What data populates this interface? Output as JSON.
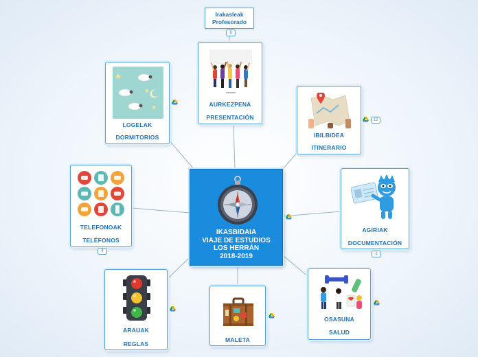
{
  "center": {
    "line1": "IKASBIDAIA",
    "line2": "VIAJE DE ESTUDIOS",
    "line3": "LOS HERRÁN",
    "line4": "2018-2019"
  },
  "top_node": {
    "line1": "Irakasleak",
    "line2": "Profesorado",
    "badge": "6"
  },
  "nodes": {
    "aurkezpena": {
      "label1": "AURKEZPENA",
      "label2": "PRESENTACIÓN"
    },
    "logelak": {
      "label1": "LOGELAK",
      "label2": "DORMITORIOS"
    },
    "ibilbidea": {
      "label1": "IBILBIDEA",
      "label2": "ITINERARIO",
      "badge": "12"
    },
    "telefonoak": {
      "label1": "TELEFONOAK",
      "label2": "TELÉFONOS",
      "badge": "4"
    },
    "agiriak": {
      "label1": "AGIRIAK",
      "label2": "DOCUMENTACIÓN",
      "badge": "3"
    },
    "arauak": {
      "label1": "ARAUAK",
      "label2": "REGLAS"
    },
    "maleta": {
      "label1": "MALETA"
    },
    "osasuna": {
      "label1": "OSASUNA",
      "label2": "SALUD"
    }
  },
  "colors": {
    "center_bg": "#1b8bde",
    "node_border": "#5aa0d6",
    "label_text": "#1f6fb5",
    "connector": "#9ab3cc"
  },
  "icons": [
    "compass-icon",
    "google-drive-icon",
    "traffic-light-icon",
    "suitcase-icon",
    "map-pin-icon"
  ]
}
